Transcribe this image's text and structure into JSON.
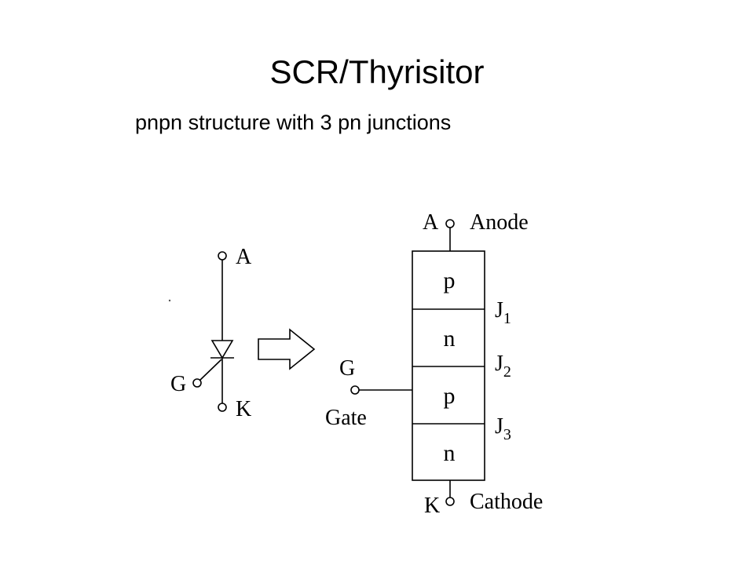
{
  "slide": {
    "title": "SCR/Thyrisitor",
    "subtitle": "pnpn structure with 3 pn junctions"
  },
  "symbol": {
    "anode_label": "A",
    "gate_label": "G",
    "cathode_label": "K"
  },
  "structure": {
    "anode_letter": "A",
    "anode_name": "Anode",
    "cathode_letter": "K",
    "cathode_name": "Cathode",
    "gate_letter": "G",
    "gate_name": "Gate",
    "layers": [
      "p",
      "n",
      "p",
      "n"
    ],
    "junctions": [
      {
        "letter": "J",
        "index": "1"
      },
      {
        "letter": "J",
        "index": "2"
      },
      {
        "letter": "J",
        "index": "3"
      }
    ]
  }
}
